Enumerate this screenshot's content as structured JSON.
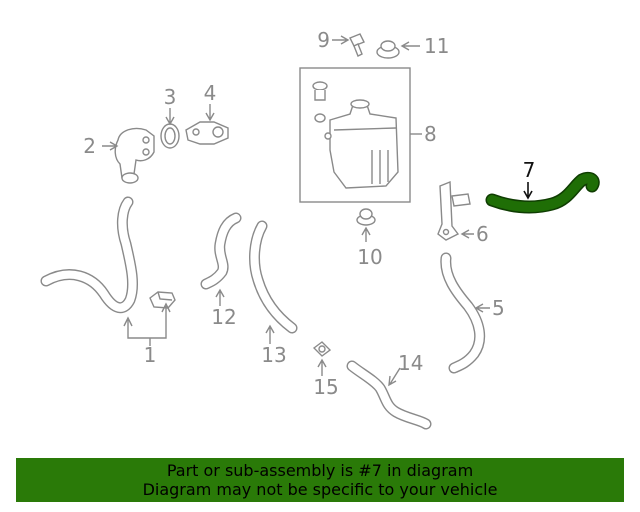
{
  "diagram": {
    "highlight_color": "#1f6e06",
    "line_color": "#8a8a8a",
    "callouts": [
      {
        "id": "1",
        "label": "1"
      },
      {
        "id": "2",
        "label": "2"
      },
      {
        "id": "3",
        "label": "3"
      },
      {
        "id": "4",
        "label": "4"
      },
      {
        "id": "5",
        "label": "5"
      },
      {
        "id": "6",
        "label": "6"
      },
      {
        "id": "7",
        "label": "7",
        "highlighted": true
      },
      {
        "id": "8",
        "label": "8"
      },
      {
        "id": "9",
        "label": "9"
      },
      {
        "id": "10",
        "label": "10"
      },
      {
        "id": "11",
        "label": "11"
      },
      {
        "id": "12",
        "label": "12"
      },
      {
        "id": "13",
        "label": "13"
      },
      {
        "id": "14",
        "label": "14"
      },
      {
        "id": "15",
        "label": "15"
      }
    ]
  },
  "banner": {
    "background": "#2a7a08",
    "line1": "Part or sub-assembly is #7 in diagram",
    "line2": "Diagram may not be specific to your vehicle"
  }
}
